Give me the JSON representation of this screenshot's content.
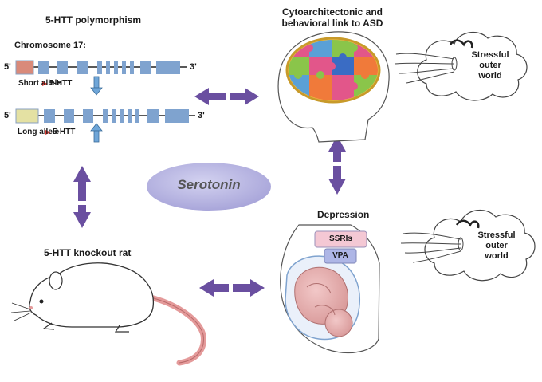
{
  "polymorphism": {
    "title": "5-HTT polymorphism",
    "chromosome": "Chromosome 17:",
    "five_prime": "5'",
    "three_prime": "3'",
    "short_allele": "Short allele",
    "long_allele": "Long allele",
    "gene": "5-HTT"
  },
  "asd": {
    "line1": "Cytoarchitectonic and",
    "line2": "behavioral link to ASD"
  },
  "cloud": {
    "line1": "Stressful",
    "line2": "outer",
    "line3": "world"
  },
  "center": {
    "label": "Serotonin"
  },
  "depression": {
    "title": "Depression",
    "ssris": "SSRIs",
    "vpa": "VPA"
  },
  "knockout": {
    "title": "5-HTT knockout rat"
  },
  "colors": {
    "arrow": "#6a4fa0",
    "exon": "#7fa3cf",
    "short_promoter": "#d98a7a",
    "long_promoter": "#e4e1a3",
    "serotonin_fill": "#b9b7e2",
    "ssris_fill": "#f4c8d4",
    "vpa_fill": "#aeb6e6"
  }
}
